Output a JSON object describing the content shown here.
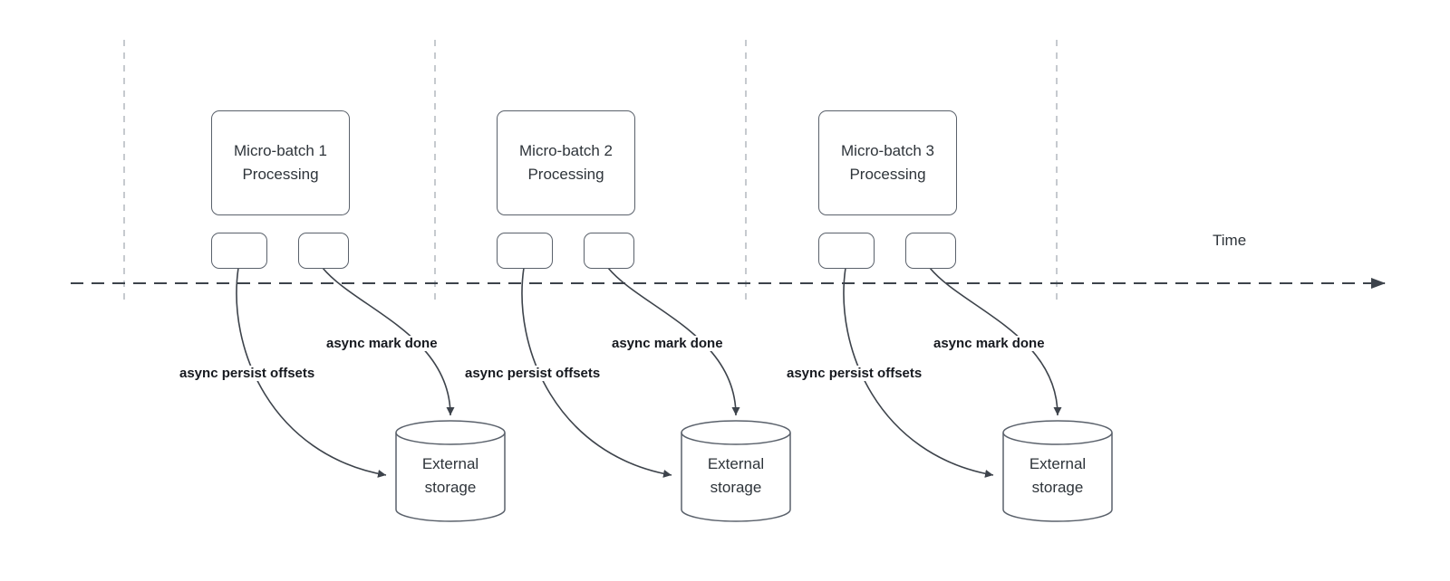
{
  "colors": {
    "shape_border": "#5a616b",
    "guide_dash": "#b8bdc3",
    "timeline": "#3d434b",
    "arrow": "#3d434b",
    "text": "#2e343a",
    "bold_label_text": "#16191f",
    "background": "#ffffff"
  },
  "timeline": {
    "label": "Time"
  },
  "groups": [
    {
      "box_line1": "Micro-batch 1",
      "box_line2": "Processing",
      "persist_label": "async persist offsets",
      "mark_label": "async mark done",
      "storage_line1": "External",
      "storage_line2": "storage"
    },
    {
      "box_line1": "Micro-batch 2",
      "box_line2": "Processing",
      "persist_label": "async persist offsets",
      "mark_label": "async mark done",
      "storage_line1": "External",
      "storage_line2": "storage"
    },
    {
      "box_line1": "Micro-batch 3",
      "box_line2": "Processing",
      "persist_label": "async persist offsets",
      "mark_label": "async mark done",
      "storage_line1": "External",
      "storage_line2": "storage"
    }
  ]
}
